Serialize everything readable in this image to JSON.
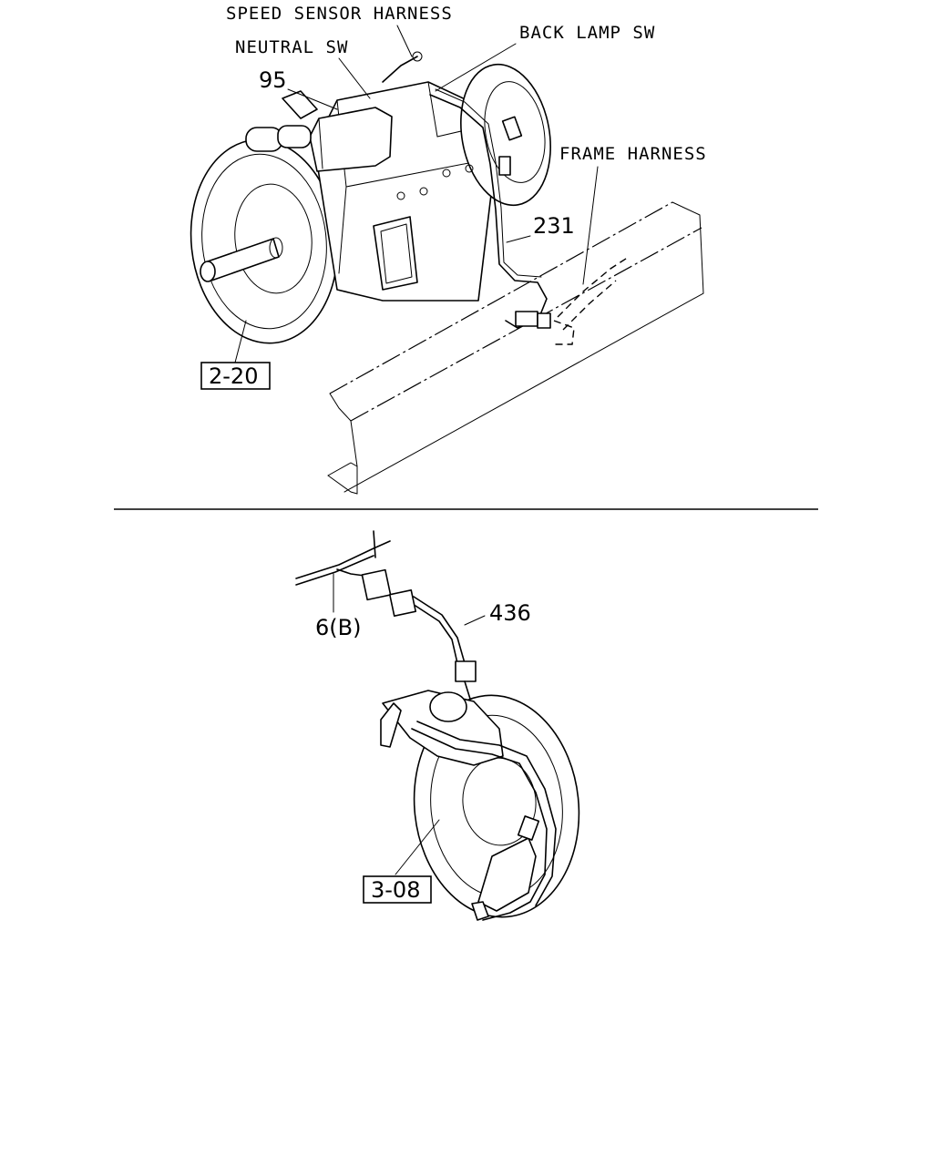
{
  "labels": {
    "speed_sensor_harness": "SPEED SENSOR HARNESS",
    "neutral_sw": "NEUTRAL SW",
    "back_lamp_sw": "BACK LAMP SW",
    "frame_harness": "FRAME HARNESS"
  },
  "part_numbers": {
    "p95": "95",
    "p231": "231",
    "p6b": "6(B)",
    "p436": "436"
  },
  "references": {
    "ref_2_20": "2-20",
    "ref_3_08": "3-08"
  }
}
